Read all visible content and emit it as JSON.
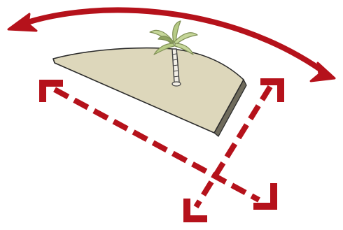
{
  "diagram": {
    "kind": "illustration",
    "subject": "island-wedge-with-palm-tree",
    "colors": {
      "arrow": "#b5121b",
      "island_fill": "#ddd7bb",
      "island_outline": "#2b2b2b",
      "island_shadow": "#6f6b5c",
      "palm_leaves": "#c6d79a",
      "palm_leaves_dark": "#8fa45f",
      "trunk_fill": "#f2efe6",
      "trunk_outline": "#404040"
    },
    "arrows": [
      {
        "id": "rotation-arc-arrow",
        "style": "solid",
        "heads": "both"
      },
      {
        "id": "diagonal-dashed-arrow-a",
        "style": "dashed",
        "heads": "both"
      },
      {
        "id": "diagonal-dashed-arrow-b",
        "style": "dashed",
        "heads": "both"
      }
    ]
  }
}
